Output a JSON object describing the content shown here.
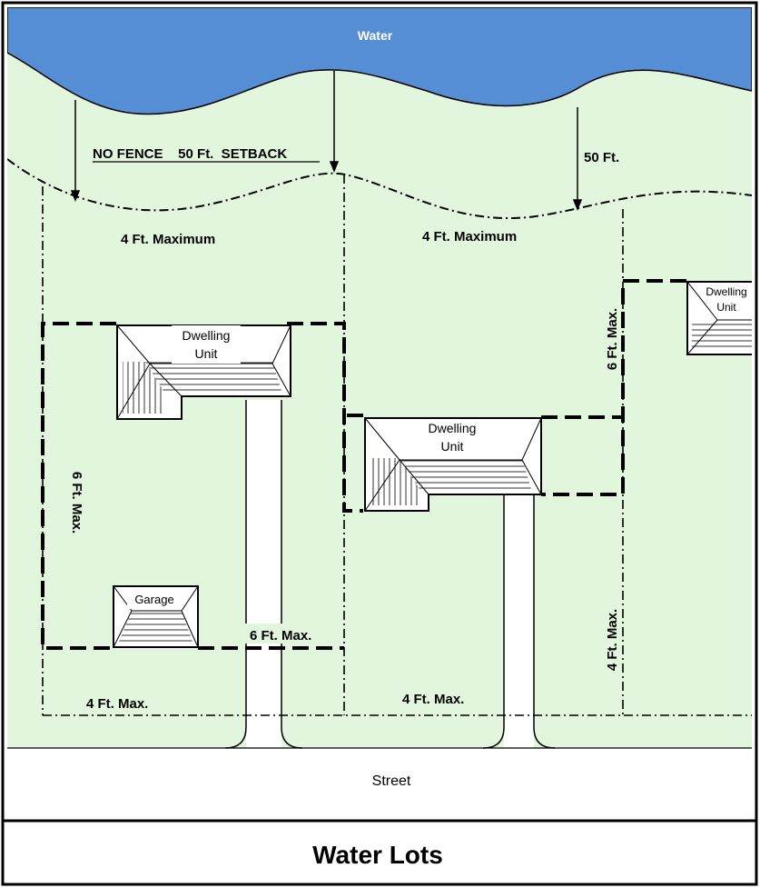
{
  "water_label": "Water",
  "setback_label": "NO FENCE    50 Ft.  SETBACK",
  "setback_distance_label": "50 Ft.",
  "waterfront_max_left": "4 Ft. Maximum",
  "waterfront_max_mid": "4 Ft. Maximum",
  "side_max_left": "6 Ft. Max.",
  "side_max_right_upper": "6 Ft. Max.",
  "side_max_right_lower": "4 Ft. Max.",
  "rear_max_left": "6 Ft. Max.",
  "front_max_left": "4 Ft. Max.",
  "front_max_mid": "4 Ft. Max.",
  "buildings": {
    "dwelling_left": [
      "Dwelling",
      "Unit"
    ],
    "dwelling_mid": [
      "Dwelling",
      "Unit"
    ],
    "dwelling_right": [
      "Dwelling",
      "Unit"
    ],
    "garage": "Garage"
  },
  "street_label": "Street",
  "page_title": "Water Lots",
  "colors": {
    "water": "#558ed5",
    "land": "#e2f6dd",
    "street": "#ffffff",
    "line": "#000000"
  }
}
